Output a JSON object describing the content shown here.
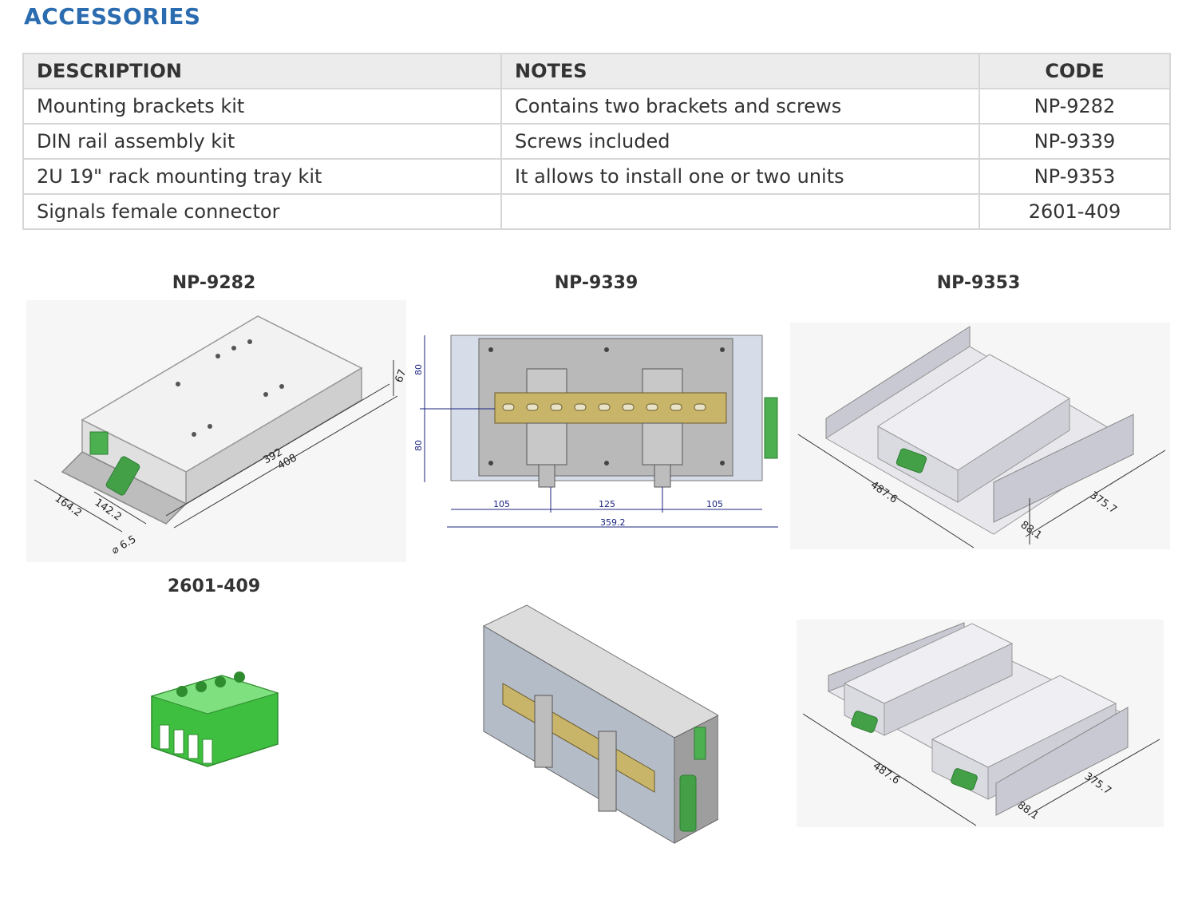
{
  "heading": "ACCESSORIES",
  "table": {
    "headers": {
      "description": "DESCRIPTION",
      "notes": "NOTES",
      "code": "CODE"
    },
    "rows": [
      {
        "description": "Mounting brackets kit",
        "notes": "Contains two brackets and screws",
        "code": "NP-9282"
      },
      {
        "description": "DIN rail assembly kit",
        "notes": "Screws included",
        "code": "NP-9339"
      },
      {
        "description": "2U 19\" rack mounting tray kit",
        "notes": "It allows to install one or two units",
        "code": "NP-9353"
      },
      {
        "description": "Signals female connector",
        "notes": "",
        "code": "2601-409"
      }
    ]
  },
  "figures": {
    "np9282": {
      "caption": "NP-9282",
      "dims": [
        "67",
        "392",
        "408",
        "164.2",
        "142.2",
        "⌀ 6.5"
      ]
    },
    "np9339": {
      "caption": "NP-9339",
      "dims": [
        "80",
        "80",
        "105",
        "125",
        "105",
        "359.2"
      ]
    },
    "np9353": {
      "caption": "NP-9353",
      "dims": [
        "487.6",
        "375.7",
        "88.1"
      ]
    },
    "c2601": {
      "caption": "2601-409"
    },
    "np9353b": {
      "dims": [
        "487.6",
        "375.7",
        "88.1"
      ]
    }
  }
}
